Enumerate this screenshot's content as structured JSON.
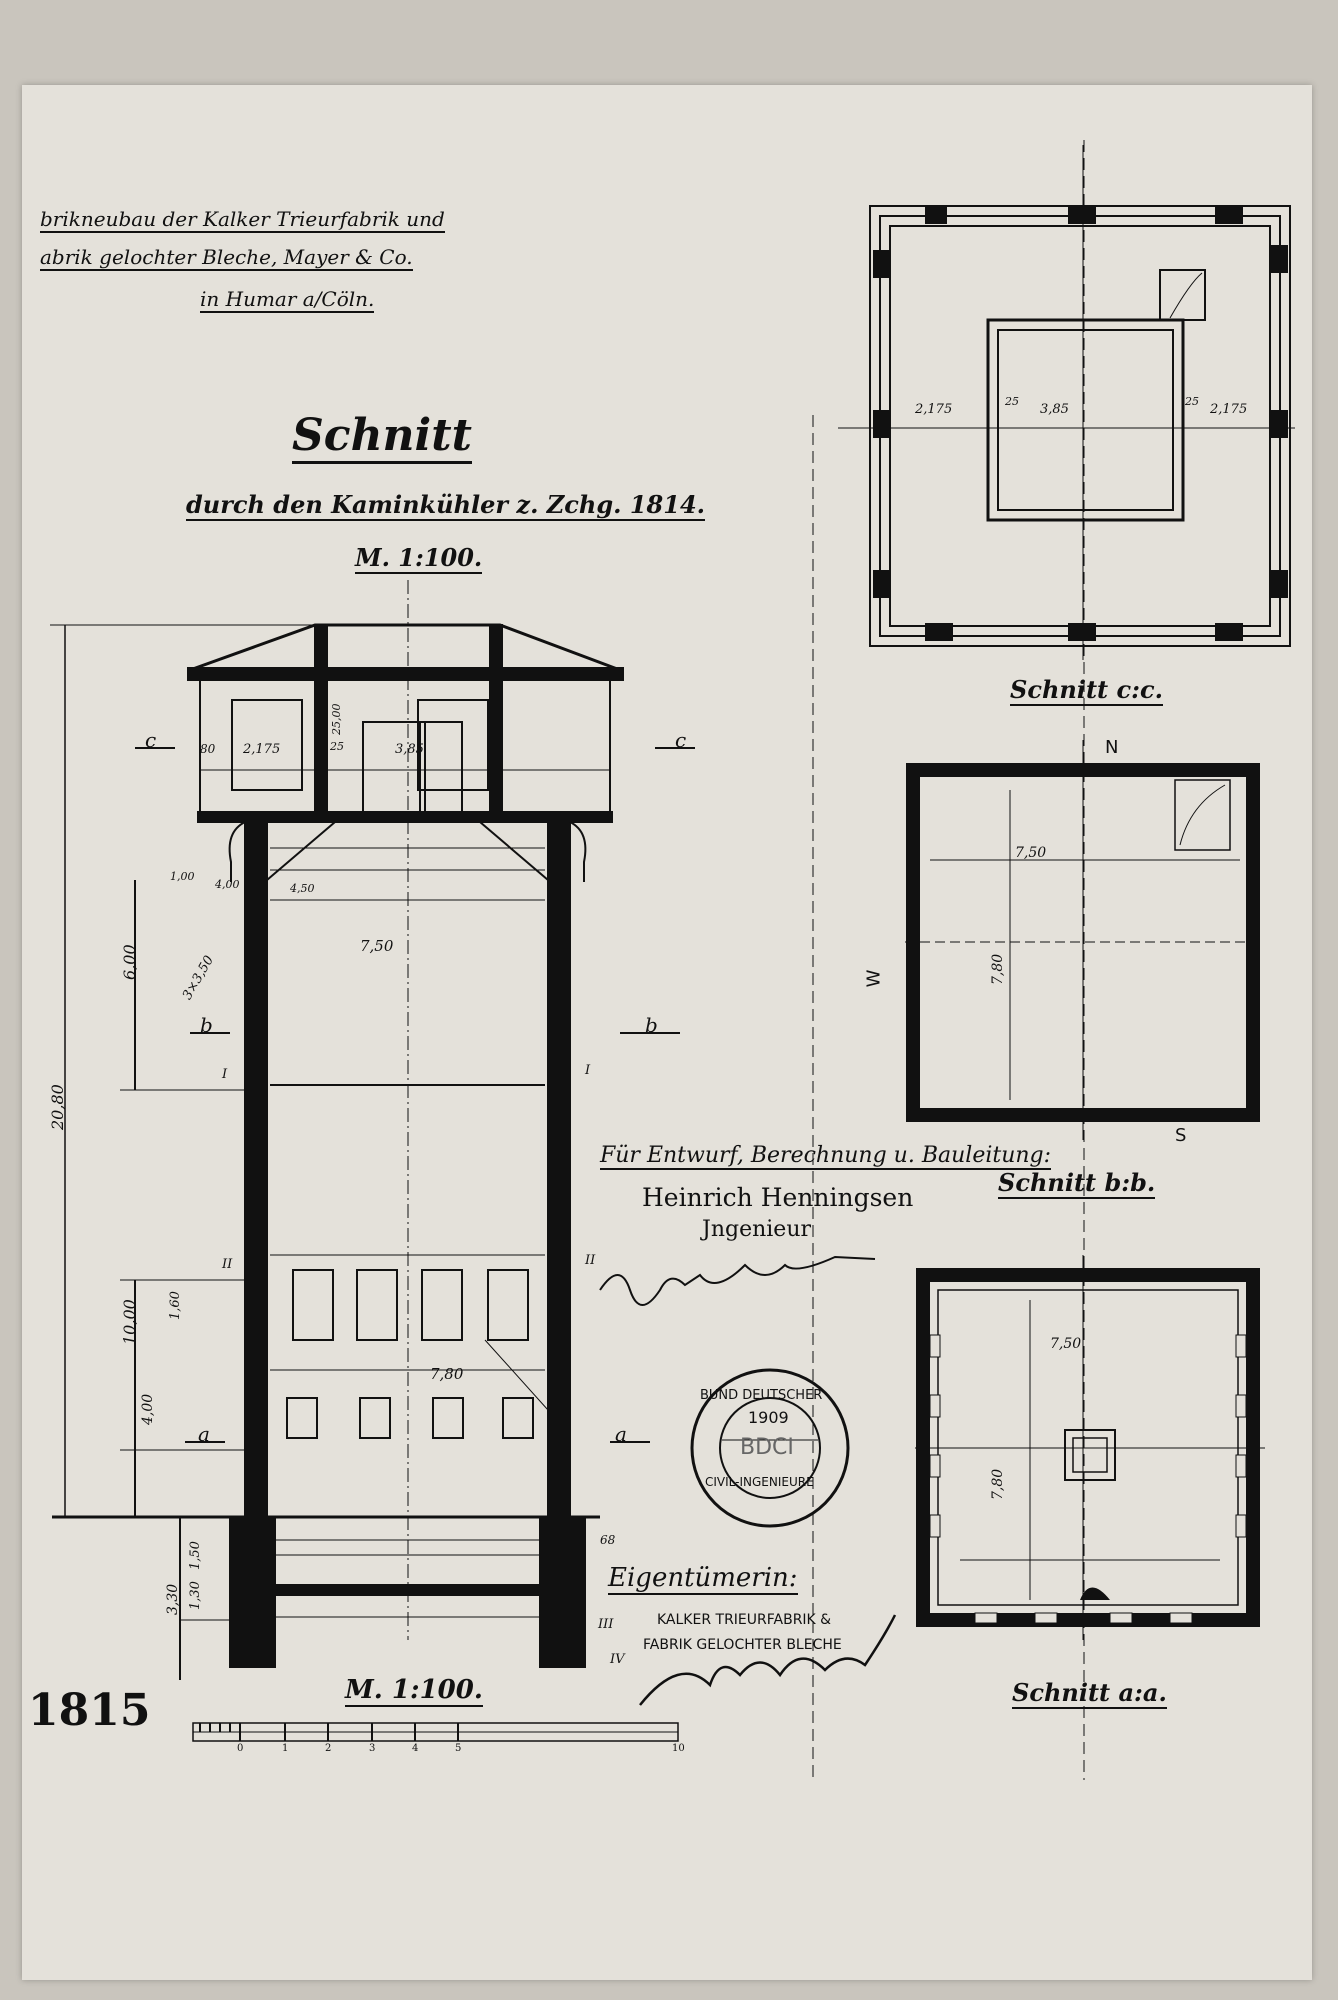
{
  "header": {
    "line1": "brikneubau der Kalker Trieurfabrik und",
    "line2": "abrik gelochter Bleche, Mayer & Co.",
    "line3": "in Humar a/Cöln."
  },
  "title": {
    "main": "Schnitt",
    "sub": "durch den Kaminkühler z. Zchg. 1814.",
    "scale": "M. 1:100."
  },
  "section_labels": {
    "cc": "Schnitt c:c.",
    "bb": "Schnitt b:b.",
    "aa": "Schnitt a:a.",
    "cut_c": "c",
    "cut_b": "b",
    "cut_a": "a"
  },
  "dimensions": {
    "total_height": "20,80",
    "upper": "6,00",
    "lower": "10,00",
    "base": "4,00",
    "foundation": "3,30",
    "d150": "1,50",
    "d130": "1,30",
    "d160": "1,60",
    "d100": "1,00",
    "d400": "4,00",
    "d450": "4,50",
    "w750": "7,50",
    "w780": "7,80",
    "w385": "3,85",
    "w2175": "2,175",
    "w25": "25",
    "w2500": "25,00",
    "w80": "80",
    "vents": "3×3,50",
    "d68": "68"
  },
  "markers": {
    "N": "N",
    "S": "S",
    "W": "W",
    "I": "I",
    "II": "II",
    "III": "III",
    "IV": "IV"
  },
  "engineer": {
    "heading": "Für Entwurf, Berechnung u. Bauleitung:",
    "name": "Heinrich Henningsen",
    "title": "Jngenieur",
    "signature": "Heinrich Henningsen"
  },
  "stamp": {
    "year": "1909",
    "text_top": "BUND DEUTSCHER",
    "text_bottom": "CIVIL-INGENIEURE",
    "center": "BDCI"
  },
  "owner": {
    "heading": "Eigentümerin:",
    "line1": "KALKER TRIEURFABRIK &",
    "line2": "FABRIK GELOCHTER BLECHE",
    "signature": "Mayer"
  },
  "sheet_number": "1815",
  "scale_bar": {
    "title": "M. 1:100.",
    "ticks": [
      "0",
      "1",
      "2",
      "3",
      "4",
      "5",
      "10"
    ]
  }
}
